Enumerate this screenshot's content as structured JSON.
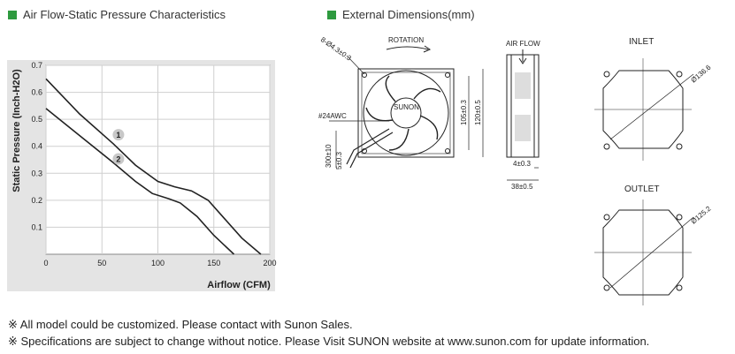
{
  "colors": {
    "accent": "#2e9a3f",
    "panel": "#e4e4e4",
    "curve": "#222222"
  },
  "headings": {
    "left": "Air Flow-Static Pressure Characteristics",
    "right": "External Dimensions(mm)"
  },
  "chart_data": {
    "type": "line",
    "xlabel": "Airflow (CFM)",
    "ylabel": "Static Pressure (Inch-H2O)",
    "xlim": [
      0,
      200
    ],
    "ylim": [
      0,
      0.7
    ],
    "x_ticks": [
      "0",
      "50",
      "100",
      "150",
      "200"
    ],
    "y_ticks": [
      "0.1",
      "0.2",
      "0.3",
      "0.4",
      "0.5",
      "0.6",
      "0.7"
    ],
    "grid": true,
    "series": [
      {
        "name": "1",
        "points": [
          [
            0,
            0.65
          ],
          [
            30,
            0.52
          ],
          [
            60,
            0.41
          ],
          [
            80,
            0.33
          ],
          [
            100,
            0.27
          ],
          [
            115,
            0.25
          ],
          [
            130,
            0.235
          ],
          [
            145,
            0.2
          ],
          [
            160,
            0.13
          ],
          [
            175,
            0.06
          ],
          [
            192,
            0
          ]
        ]
      },
      {
        "name": "2",
        "points": [
          [
            0,
            0.54
          ],
          [
            30,
            0.44
          ],
          [
            60,
            0.34
          ],
          [
            80,
            0.27
          ],
          [
            95,
            0.225
          ],
          [
            110,
            0.205
          ],
          [
            120,
            0.19
          ],
          [
            135,
            0.14
          ],
          [
            150,
            0.07
          ],
          [
            168,
            0
          ]
        ]
      }
    ]
  },
  "dimensions": {
    "mount_holes": "8-Ø4.3±0.3",
    "rotation": "ROTATION",
    "brand": "SUNON",
    "wire": "#24AWC",
    "lead_length": "300±10",
    "strip": "5±0.3",
    "hole_pitch": "105±0.3",
    "frame_size": "120±0.5",
    "air_flow": "AIR FLOW",
    "flange": "4±0.3",
    "depth": "38±0.5",
    "inlet": "INLET",
    "inlet_dia": "Ø136.6",
    "outlet": "OUTLET",
    "outlet_dia": "Ø125.2"
  },
  "notes": [
    "※ All model could be customized. Please contact with Sunon Sales.",
    "※ Specifications are subject to change without notice. Please  Visit SUNON website at  www.sunon.com for update information."
  ]
}
